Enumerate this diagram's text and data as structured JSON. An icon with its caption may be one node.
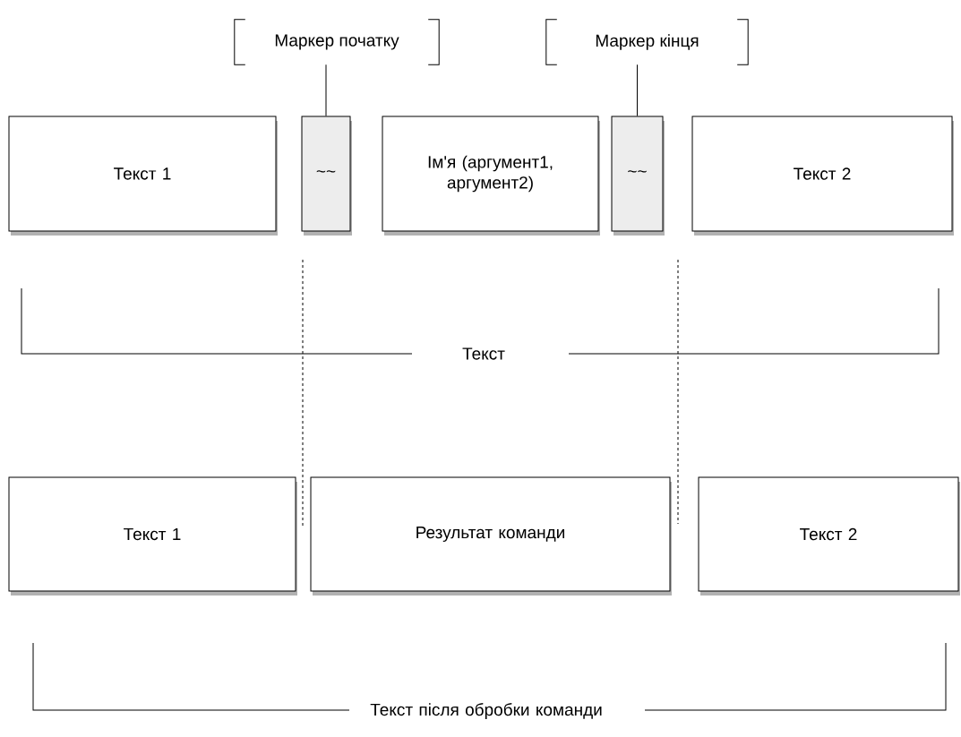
{
  "diagram": {
    "nodes": [
      {
        "text": [
          "Маркер початку"
        ]
      },
      {
        "text": [
          "Маркер кінця"
        ]
      },
      {
        "text": [
          "Текст 1"
        ]
      },
      {
        "text": [
          "~~"
        ]
      },
      {
        "text": [
          "Ім'я (аргумент1, аргумент2)"
        ]
      },
      {
        "text": [
          "~~"
        ]
      },
      {
        "text": [
          "Текст 2"
        ]
      },
      {
        "text": [
          "Текст 1"
        ]
      },
      {
        "text": [
          "Результат команди"
        ]
      },
      {
        "text": [
          "Текст 2"
        ]
      }
    ],
    "edges": [
      {
        "from": 0,
        "to": 3,
        "arrow": "none"
      },
      {
        "from": 1,
        "to": 5,
        "arrow": "none"
      }
    ],
    "labels": [
      "Текст",
      "Текст після обробки команди"
    ]
  }
}
